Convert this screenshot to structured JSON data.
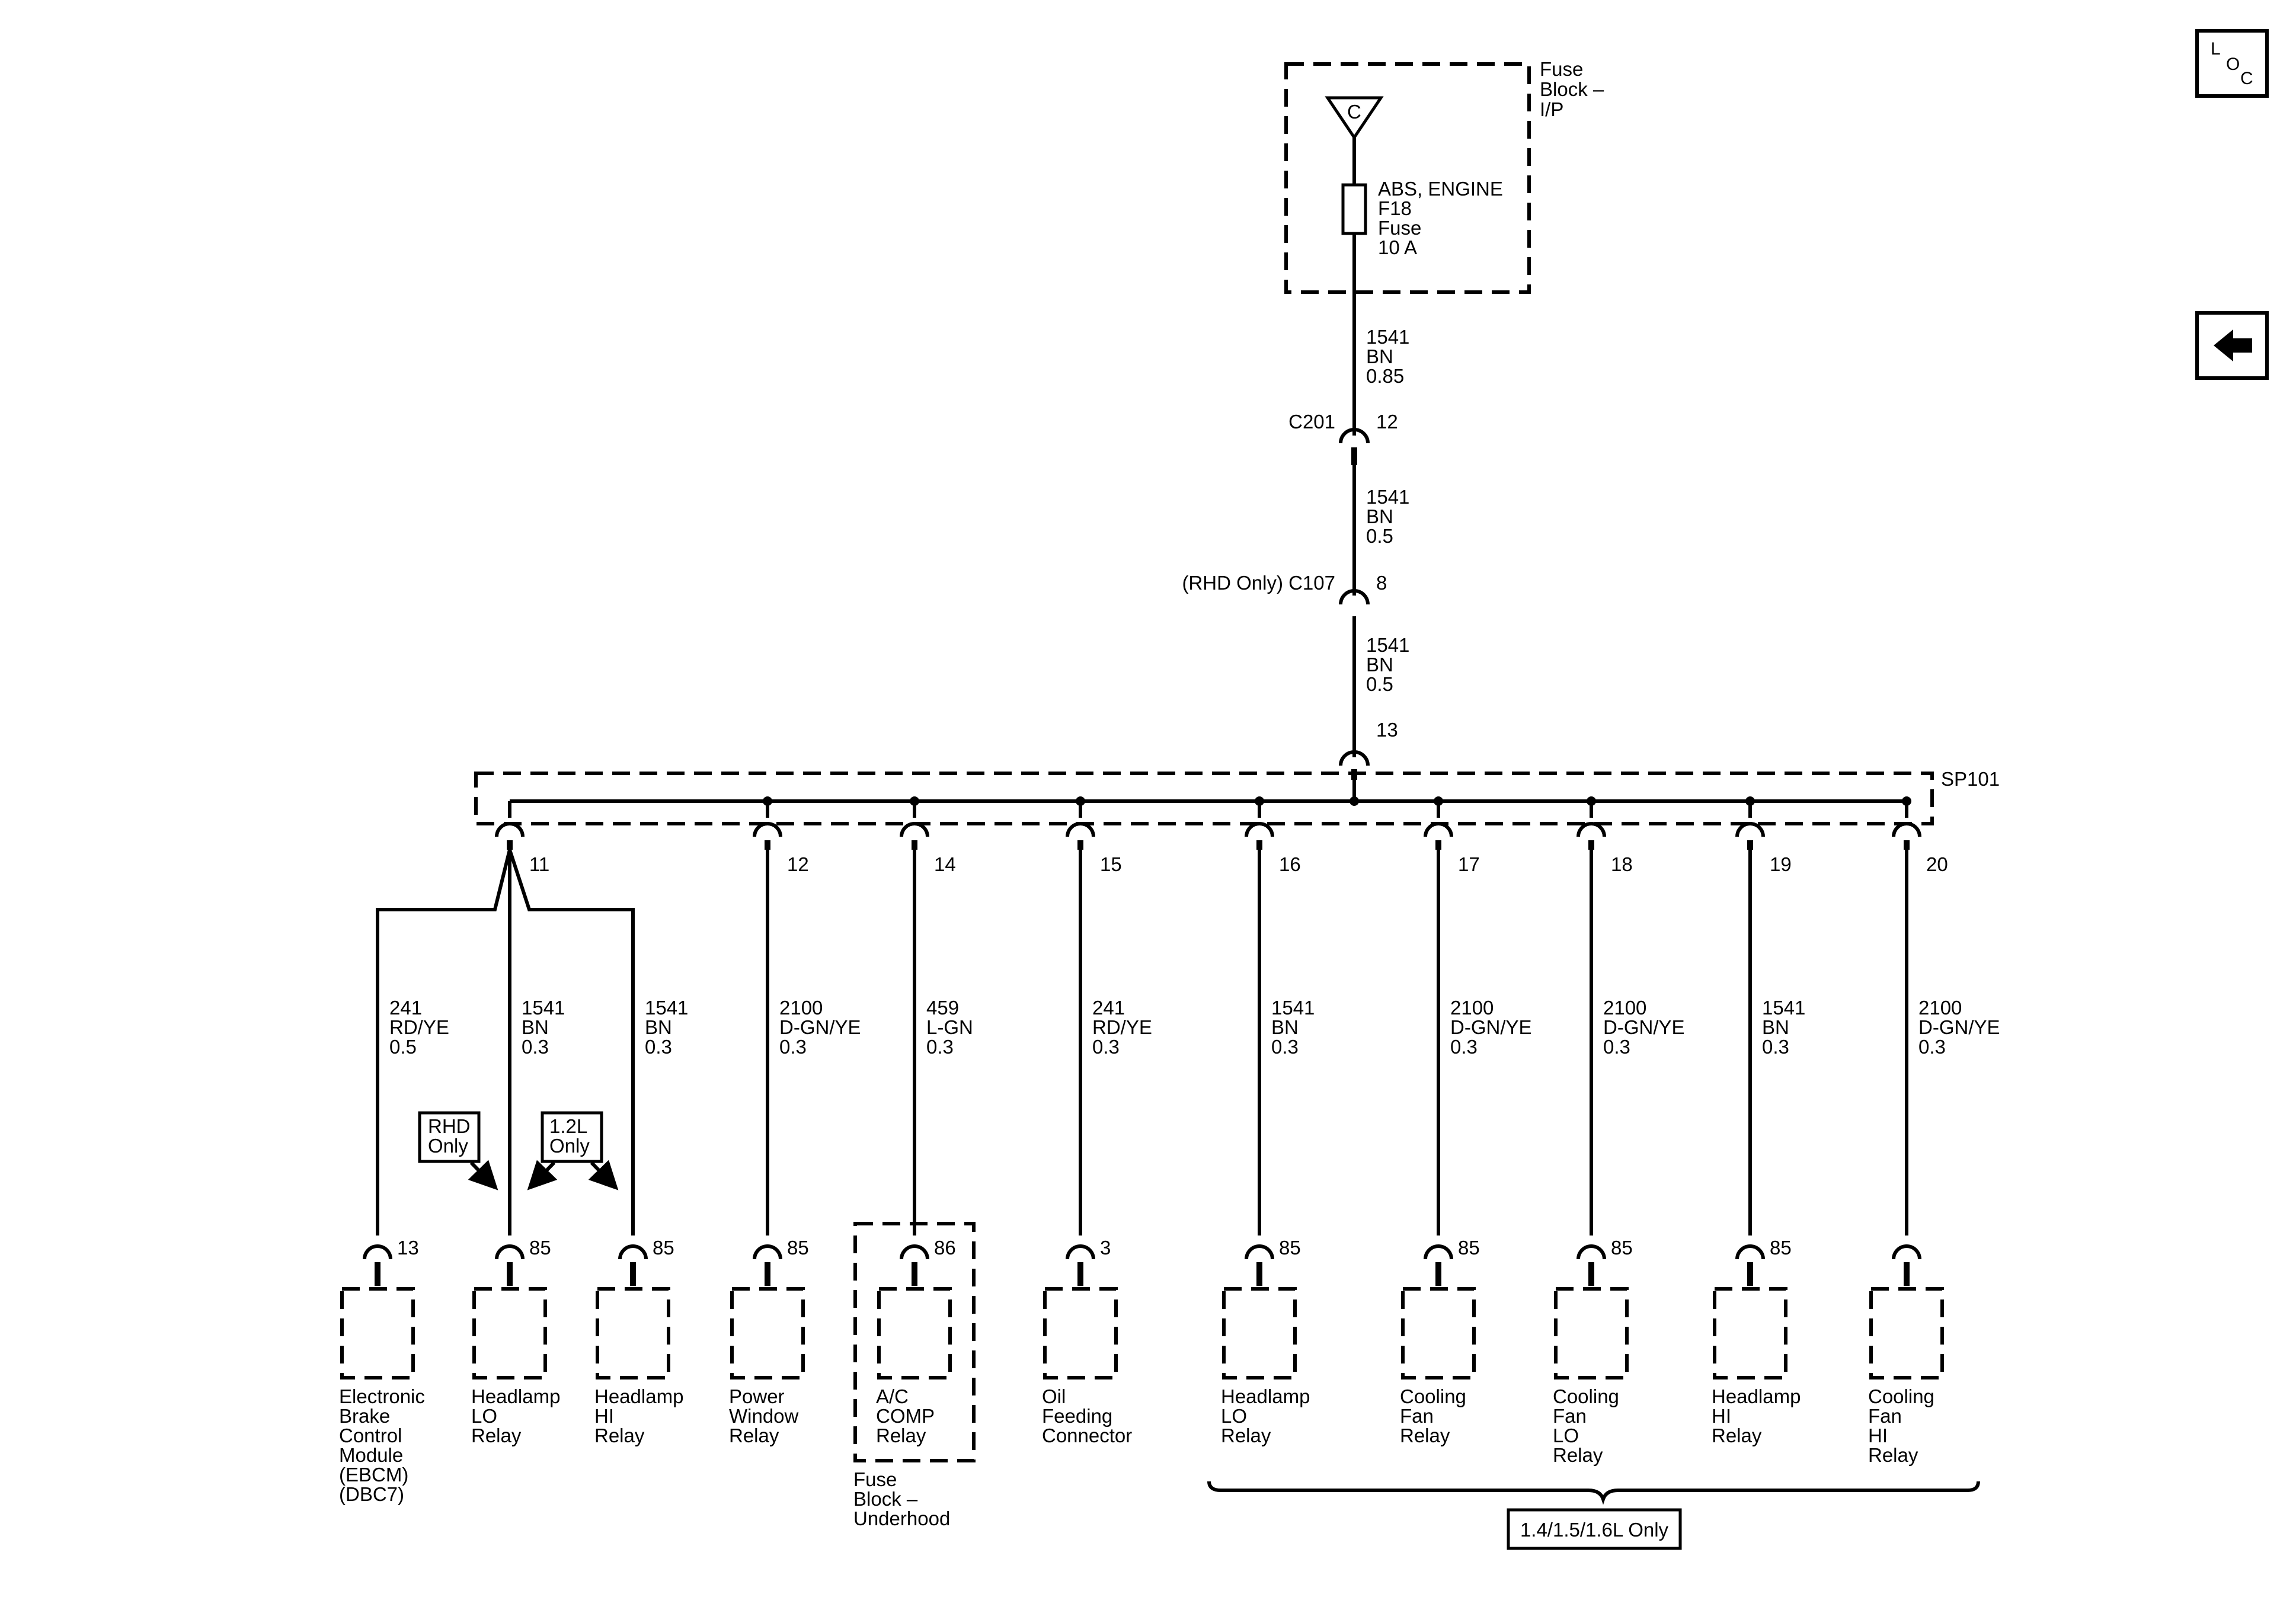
{
  "nav": {
    "loc_button": {
      "l": "L",
      "o": "O",
      "c": "C"
    },
    "back_button_icon": "left-arrow-icon"
  },
  "fuse_block_ip": {
    "label": [
      "Fuse",
      "Block –",
      "I/P"
    ],
    "power_symbol": "C",
    "fuse_label": [
      "ABS, ENGINE",
      "F18",
      "Fuse",
      "10 A"
    ]
  },
  "main_wires": [
    {
      "circuit": "1541",
      "color": "BN",
      "size": "0.85"
    },
    {
      "circuit": "1541",
      "color": "BN",
      "size": "0.5"
    },
    {
      "circuit": "1541",
      "color": "BN",
      "size": "0.5"
    }
  ],
  "connectors_main": [
    {
      "name": "C201",
      "pin": "12"
    },
    {
      "name": "(RHD Only) C107",
      "pin": "8"
    }
  ],
  "splice": {
    "name": "SP101",
    "input_pin": "13"
  },
  "branch_pin_11": "11",
  "option_labels": {
    "rhd": [
      "RHD",
      "Only"
    ],
    "engine_12": [
      "1.2L",
      "Only"
    ],
    "engine_group": "1.4/1.5/1.6L Only"
  },
  "branches": [
    {
      "splice_pin": "",
      "wire": [
        "241",
        "RD/YE",
        "0.5"
      ],
      "component_pin": "13",
      "component": [
        "Electronic",
        "Brake",
        "Control",
        "Module",
        "(EBCM)",
        "(DBC7)"
      ]
    },
    {
      "splice_pin": "",
      "wire": [
        "1541",
        "BN",
        "0.3"
      ],
      "component_pin": "85",
      "component": [
        "Headlamp",
        "LO",
        "Relay"
      ]
    },
    {
      "splice_pin": "",
      "wire": [
        "1541",
        "BN",
        "0.3"
      ],
      "component_pin": "85",
      "component": [
        "Headlamp",
        "HI",
        "Relay"
      ]
    },
    {
      "splice_pin": "12",
      "wire": [
        "2100",
        "D-GN/YE",
        "0.3"
      ],
      "component_pin": "85",
      "component": [
        "Power",
        "Window",
        "Relay"
      ]
    },
    {
      "splice_pin": "14",
      "wire": [
        "459",
        "L-GN",
        "0.3"
      ],
      "component_pin": "86",
      "component": [
        "A/C",
        "COMP",
        "Relay"
      ]
    },
    {
      "splice_pin": "15",
      "wire": [
        "241",
        "RD/YE",
        "0.3"
      ],
      "component_pin": "3",
      "component": [
        "Oil",
        "Feeding",
        "Connector"
      ]
    },
    {
      "splice_pin": "16",
      "wire": [
        "1541",
        "BN",
        "0.3"
      ],
      "component_pin": "85",
      "component": [
        "Headlamp",
        "LO",
        "Relay"
      ]
    },
    {
      "splice_pin": "17",
      "wire": [
        "2100",
        "D-GN/YE",
        "0.3"
      ],
      "component_pin": "85",
      "component": [
        "Cooling",
        "Fan",
        "Relay"
      ]
    },
    {
      "splice_pin": "18",
      "wire": [
        "2100",
        "D-GN/YE",
        "0.3"
      ],
      "component_pin": "85",
      "component": [
        "Cooling",
        "Fan",
        "LO",
        "Relay"
      ]
    },
    {
      "splice_pin": "19",
      "wire": [
        "1541",
        "BN",
        "0.3"
      ],
      "component_pin": "85",
      "component": [
        "Headlamp",
        "HI",
        "Relay"
      ]
    },
    {
      "splice_pin": "20",
      "wire": [
        "2100",
        "D-GN/YE",
        "0.3"
      ],
      "component_pin": "",
      "component": [
        "Cooling",
        "Fan",
        "HI",
        "Relay"
      ]
    }
  ],
  "fuse_block_underhood": [
    "Fuse",
    "Block –",
    "Underhood"
  ]
}
